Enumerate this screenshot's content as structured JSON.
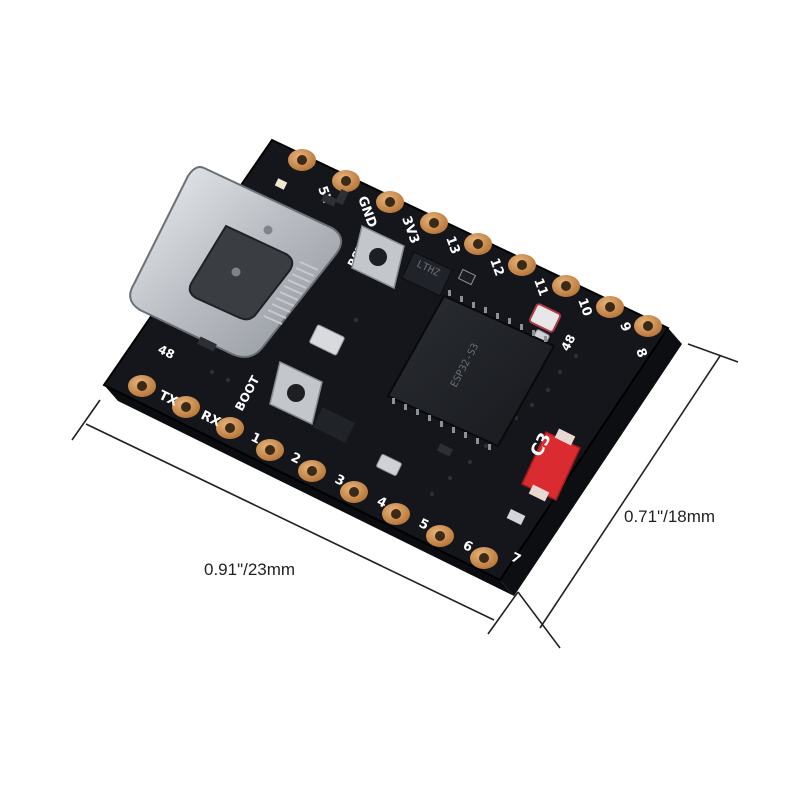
{
  "dimensions": {
    "width_label": "0.91\"/23mm",
    "height_label": "0.71\"/18mm"
  },
  "board": {
    "chip_marking": "ESP32-S3",
    "top_chip_marking": "LTHZ",
    "cube_label": "C3",
    "top_pins": [
      "5V",
      "GND",
      "3V3",
      "13",
      "12",
      "11",
      "10",
      "9",
      "8"
    ],
    "bottom_pins": [
      "TX",
      "RX",
      "1",
      "2",
      "3",
      "4",
      "5",
      "6",
      "7"
    ],
    "labels": {
      "boot": "BOOT",
      "rst": "RST",
      "led_left": "48",
      "led_right": "48"
    }
  },
  "colors": {
    "pcb": "#14161b",
    "gold": "#c98a45",
    "silkscreen": "#ffffff",
    "usb_metal": "#c9ccd1",
    "cube": "#d92b30"
  }
}
